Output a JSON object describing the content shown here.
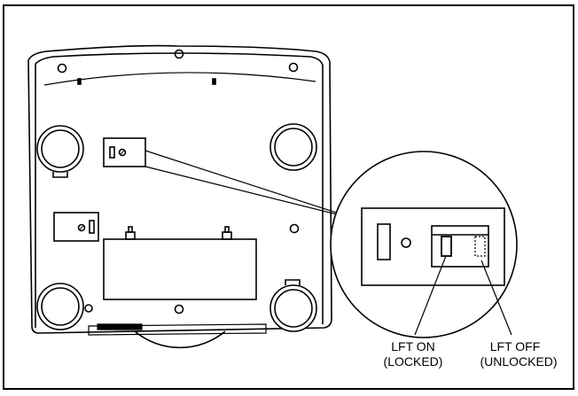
{
  "figure": {
    "callouts": [
      {
        "line1": "LFT ON",
        "line2": "(LOCKED)"
      },
      {
        "line1": "LFT OFF",
        "line2": "(UNLOCKED)"
      }
    ]
  }
}
